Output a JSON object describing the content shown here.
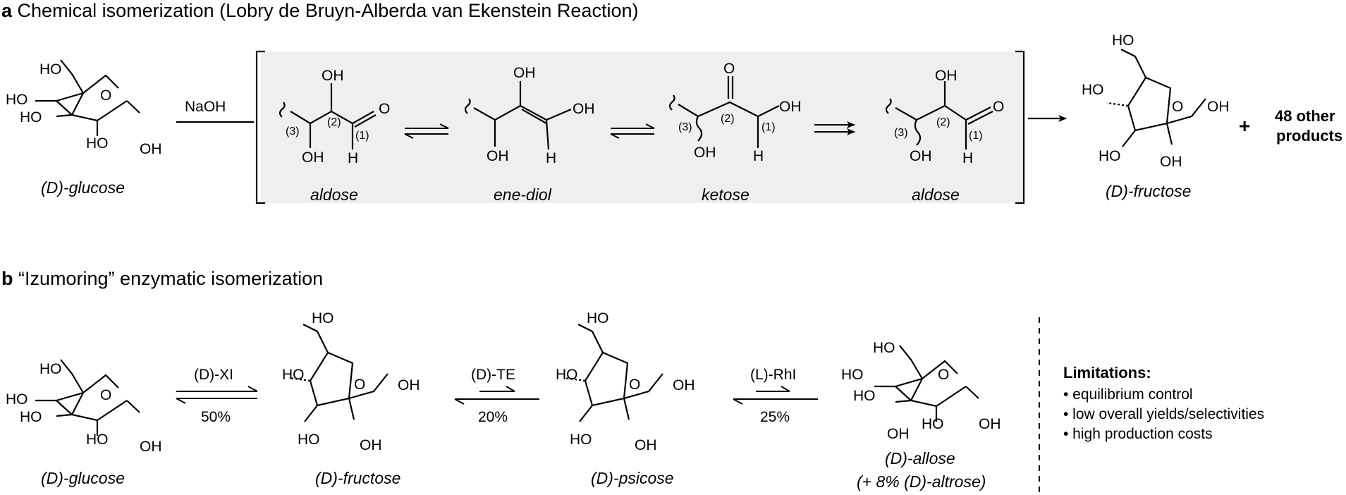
{
  "panel_a": {
    "letter": "a",
    "title": "Chemical isomerization (Lobry de Bruyn-Alberda van Ekenstein Reaction)",
    "reagent": "NaOH",
    "start_name": "(D)-glucose",
    "intermediates": [
      "aldose",
      "ene-diol",
      "ketose",
      "aldose"
    ],
    "product_name": "(D)-fructose",
    "extra_products": [
      "48 other",
      "products"
    ],
    "plus": "+",
    "atoms": {
      "oh": "OH",
      "ho": "HO",
      "o": "O",
      "h": "H"
    },
    "positions": {
      "p1": "(1)",
      "p2": "(2)",
      "p3": "(3)"
    }
  },
  "panel_b": {
    "letter": "b",
    "title": "“Izumoring” enzymatic isomerization",
    "steps": [
      {
        "enzyme": "(D)-XI",
        "yield": "50%"
      },
      {
        "enzyme": "(D)-TE",
        "yield": "20%"
      },
      {
        "enzyme": "(L)-RhI",
        "yield": "25%"
      }
    ],
    "names": [
      "(D)-glucose",
      "(D)-fructose",
      "(D)-psicose",
      "(D)-allose"
    ],
    "allose_note": "(+ 8% (D)-altrose)",
    "limitations_title": "Limitations:",
    "limitations": [
      "• equilibrium control",
      "• low overall yields/selectivities",
      "• high production costs"
    ]
  },
  "colors": {
    "box_fill": "#efefef",
    "ink": "#000000"
  }
}
